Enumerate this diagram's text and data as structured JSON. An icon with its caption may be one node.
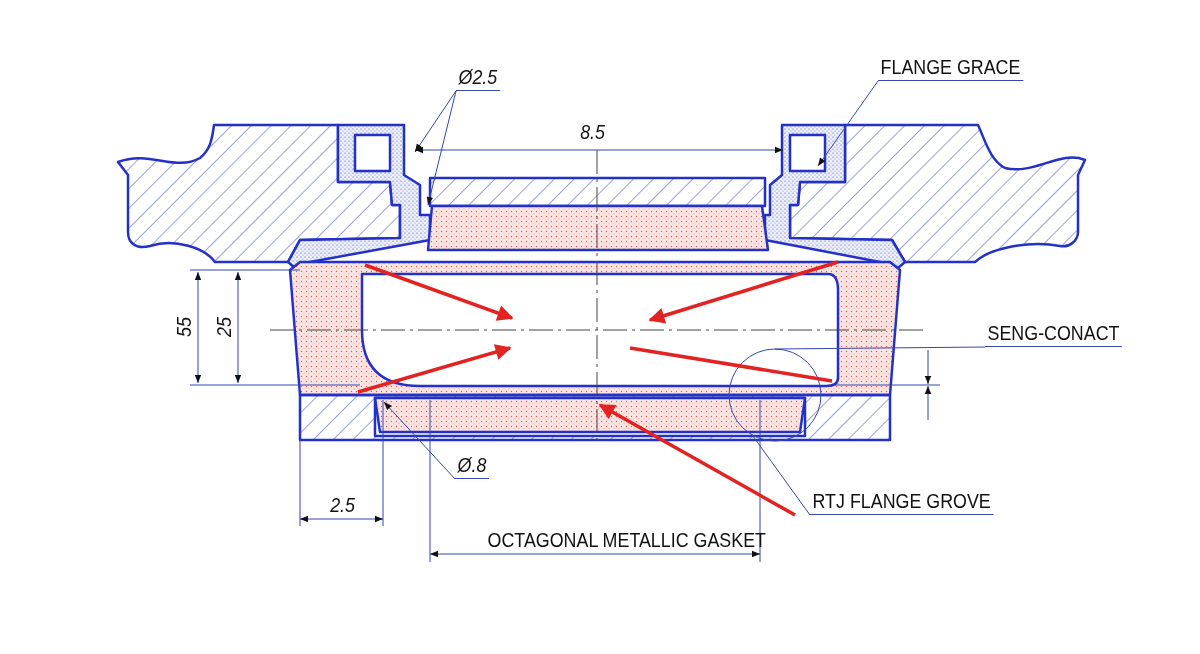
{
  "diagram": {
    "nodes": [
      {
        "text": [
          "Ø2.5"
        ]
      },
      {
        "text": [
          "FLANGE GRACE"
        ]
      },
      {
        "text": [
          "SENG-CONACT"
        ]
      },
      {
        "text": [
          "Ø.8"
        ]
      },
      {
        "text": [
          "RTJ FLANGE GROVE"
        ]
      },
      {
        "text": [],
        "shape": "circle"
      }
    ],
    "edges": [
      {
        "from": 0,
        "to": null,
        "arrow": "to"
      },
      {
        "from": 0,
        "to": null,
        "arrow": "to"
      },
      {
        "from": 1,
        "to": null,
        "arrow": "to"
      },
      {
        "from": 2,
        "to": 5,
        "arrow": "none"
      },
      {
        "from": 3,
        "to": null,
        "arrow": "to"
      },
      {
        "from": 4,
        "to": 5,
        "arrow": "none"
      }
    ],
    "labels": [
      "8.5",
      "55",
      "25",
      "2.5",
      "OCTAGONAL METALLIC GASKET"
    ]
  }
}
